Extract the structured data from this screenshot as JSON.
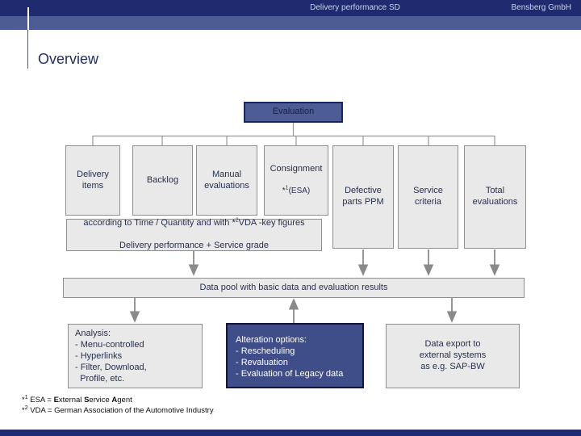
{
  "header": {
    "title": "Delivery performance SD",
    "company": "Bensberg GmbH"
  },
  "page": {
    "title": "Overview"
  },
  "colors": {
    "navy": "#1f2b6e",
    "slate": "#4d5c94",
    "alteration_blue": "#3f4e88",
    "box_gray": "#e9e9e9",
    "line_gray": "#8a8a8a"
  },
  "diagram": {
    "root": {
      "label": "Evaluation"
    },
    "children": [
      {
        "label": "Delivery\nitems"
      },
      {
        "label": "Backlog"
      },
      {
        "label": "Manual\nevaluations"
      },
      {
        "label": "Consignment",
        "sup_star": "*",
        "sup": "1",
        "sup_rest": "(ESA)"
      },
      {
        "label": "Defective\nparts PPM"
      },
      {
        "label": "Service\ncriteria"
      },
      {
        "label": "Total\nevaluations"
      }
    ],
    "according": {
      "line1_pre": "according to Time / Quantity and with *",
      "line1_sup": "2",
      "line1_post": "VDA -key figures",
      "line2": "Delivery performance + Service grade"
    },
    "datapool": {
      "label": "Data pool with basic data and evaluation results"
    },
    "bottom": {
      "analysis": {
        "text": "Analysis:\n- Menu-controlled\n- Hyperlinks\n- Filter, Download,\n  Profile, etc."
      },
      "alteration": {
        "text": "Alteration options:\n- Rescheduling\n- Revaluation\n- Evaluation of Legacy data"
      },
      "export": {
        "text": "Data export to\nexternal systems\nas e.g. SAP-BW"
      }
    }
  },
  "footnotes": [
    {
      "star": "*",
      "sup": "1",
      "segments": [
        {
          "t": " ESA = "
        },
        {
          "t": "E",
          "b": true
        },
        {
          "t": "xternal "
        },
        {
          "t": "S",
          "b": true
        },
        {
          "t": "ervice "
        },
        {
          "t": "A",
          "b": true
        },
        {
          "t": "gent"
        }
      ]
    },
    {
      "star": "*",
      "sup": "2",
      "segments": [
        {
          "t": " VDA = German Association of the Automotive Industry"
        }
      ]
    }
  ]
}
